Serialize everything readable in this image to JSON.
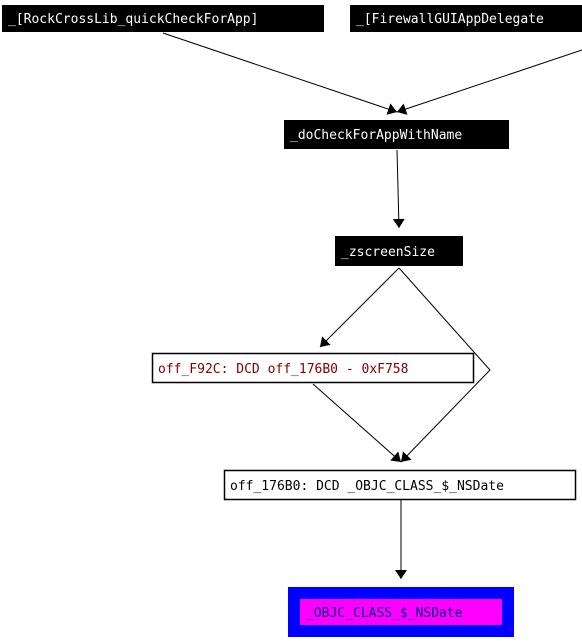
{
  "graph": {
    "nodes": [
      {
        "id": "n1",
        "label": "_[RockCrossLib_quickCheckForApp]",
        "style": "dark"
      },
      {
        "id": "n2",
        "label": "_[FirewallGUIAppDelegate",
        "style": "dark"
      },
      {
        "id": "n3",
        "label": "_doCheckForAppWithName",
        "style": "dark"
      },
      {
        "id": "n4",
        "label": "_zscreenSize",
        "style": "dark"
      },
      {
        "id": "n5",
        "label": "off_F92C: DCD off_176B0 - 0xF758",
        "style": "data"
      },
      {
        "id": "n6",
        "label": "off_176B0: DCD _OBJC_CLASS_$_NSDate",
        "style": "plain"
      },
      {
        "id": "n7",
        "label": "_OBJC_CLASS_$_NSDate",
        "style": "import"
      }
    ],
    "edges": [
      {
        "from": "n1",
        "to": "n3"
      },
      {
        "from": "n2",
        "to": "n3"
      },
      {
        "from": "n3",
        "to": "n4"
      },
      {
        "from": "n4",
        "to": "n5"
      },
      {
        "from": "n4",
        "to": "n6"
      },
      {
        "from": "n5",
        "to": "n6"
      },
      {
        "from": "n6",
        "to": "n7"
      }
    ],
    "colors": {
      "dark_fill": "#000000",
      "dark_text": "#ffffff",
      "data_text": "#800000",
      "plain_text": "#000000",
      "import_outer": "#0000ff",
      "import_inner": "#ff00ff",
      "import_text": "#000080",
      "edge": "#000000"
    }
  }
}
